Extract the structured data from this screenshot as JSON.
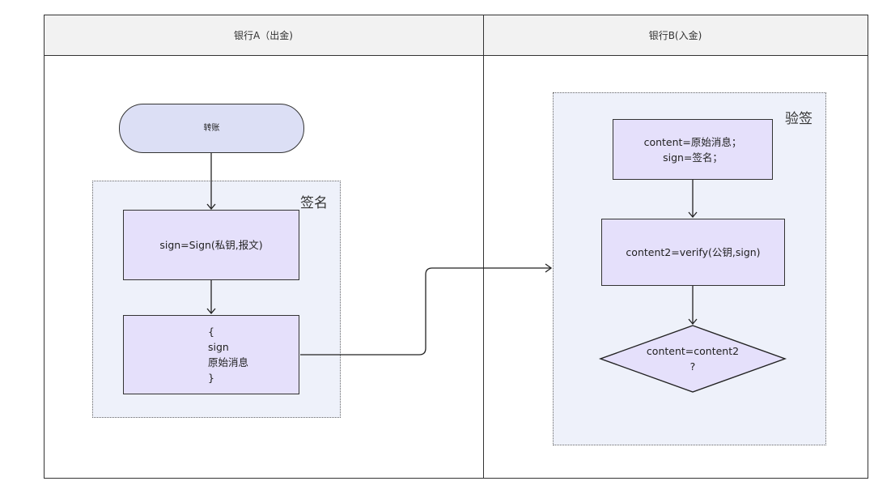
{
  "lanes": [
    {
      "title": "银行A（出金)"
    },
    {
      "title": "银行B(入金)"
    }
  ],
  "lane_a": {
    "start_node": "转账",
    "group_title": "签名",
    "sign_node": "sign=Sign(私钥,报文)",
    "payload_node": [
      "{",
      "sign",
      "原始消息",
      "}"
    ]
  },
  "lane_b": {
    "group_title": "验签",
    "assign_node": [
      "content=原始消息；",
      "sign=签名；"
    ],
    "verify_node": "content2=verify(公钥,sign)",
    "decision_node": [
      "content=content2",
      "?"
    ]
  }
}
